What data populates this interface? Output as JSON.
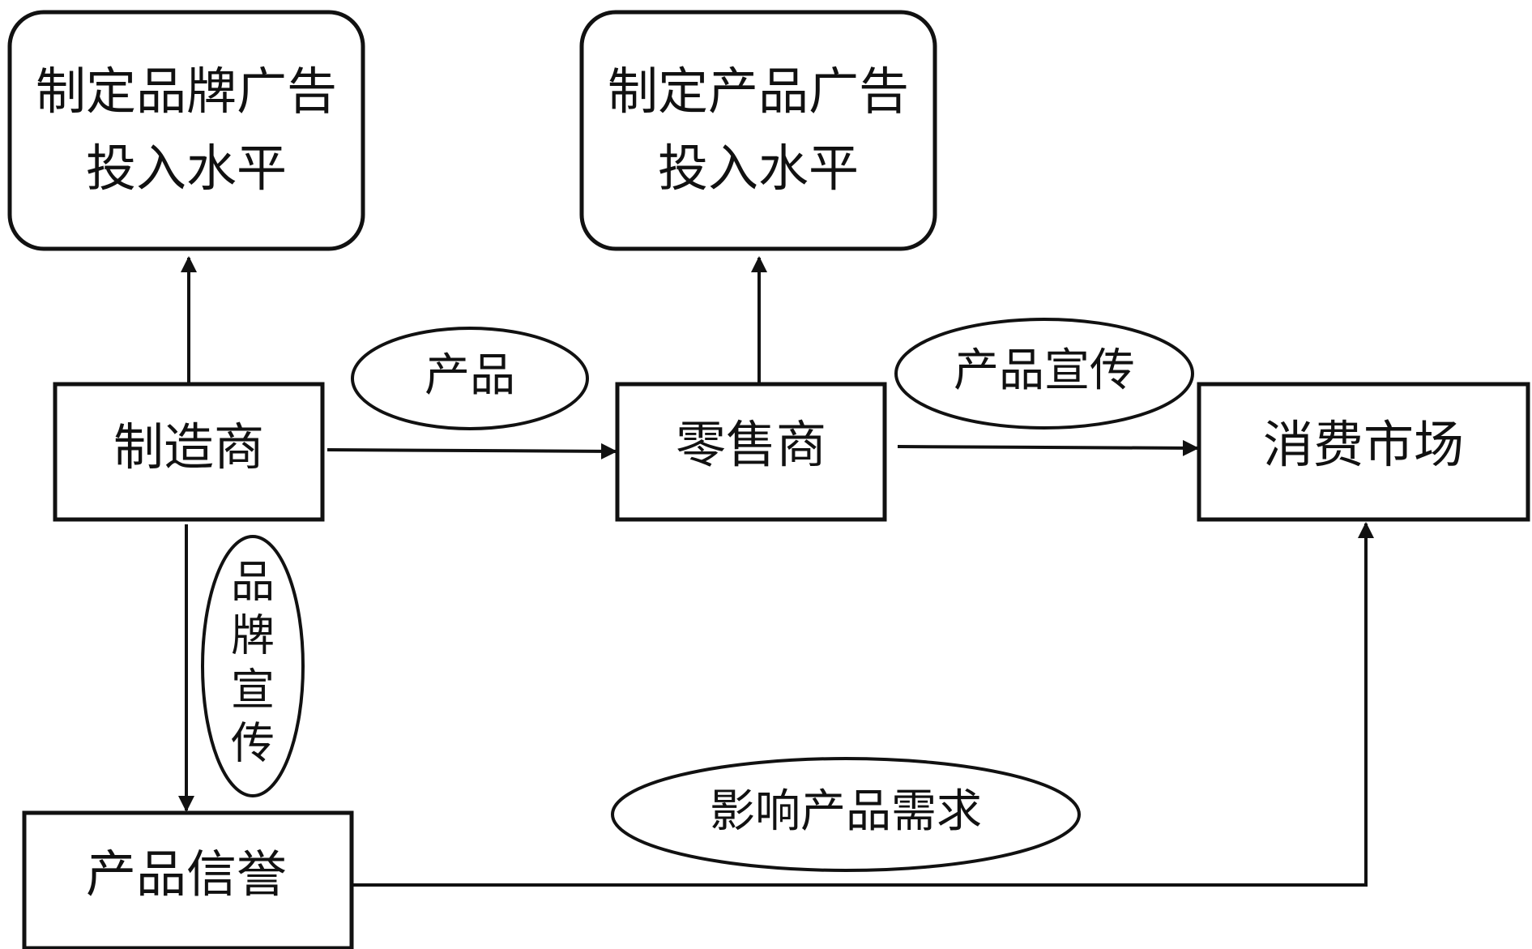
{
  "diagram": {
    "nodes": {
      "brand_ad_level": {
        "lines": [
          "制定品牌广告",
          "投入水平"
        ]
      },
      "product_ad_level": {
        "lines": [
          "制定产品广告",
          "投入水平"
        ]
      },
      "manufacturer": {
        "label": "制造商"
      },
      "retailer": {
        "label": "零售商"
      },
      "consumer_market": {
        "label": "消费市场"
      },
      "product_reputation": {
        "label": "产品信誉"
      }
    },
    "edge_labels": {
      "product": "产品",
      "product_promotion": "产品宣传",
      "brand_promotion": [
        "品",
        "牌",
        "宣",
        "传"
      ],
      "affect_demand": "影响产品需求"
    },
    "colors": {
      "stroke": "#111111",
      "background": "#ffffff"
    }
  }
}
